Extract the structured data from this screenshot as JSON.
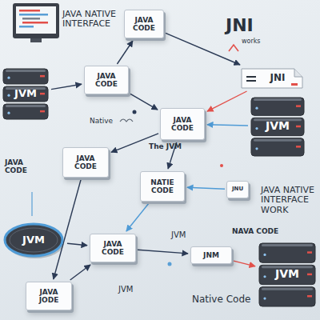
{
  "diagram": {
    "nodes": [
      {
        "text": [
          "JAVA CODE"
        ]
      },
      {
        "text": [
          "JVM"
        ]
      },
      {
        "text": [
          "JNI"
        ]
      },
      {
        "text": [
          "JAVA CODE"
        ]
      },
      {
        "text": [
          "JVM"
        ]
      },
      {
        "text": [
          "JAVA CODE"
        ]
      },
      {
        "text": [
          "JAVA CODE"
        ]
      },
      {
        "text": [
          "NATIE CODE"
        ]
      },
      {
        "text": [
          "JNU"
        ]
      },
      {
        "text": [
          "JVM"
        ]
      },
      {
        "text": [
          "JAVA CODE"
        ]
      },
      {
        "text": [
          "JNM"
        ]
      },
      {
        "text": [
          "JVM"
        ]
      },
      {
        "text": [
          "JAVA JODE"
        ]
      }
    ],
    "edges": [
      {
        "from": 3,
        "to": 0,
        "arrow": "to"
      },
      {
        "from": 0,
        "to": 2,
        "arrow": "to"
      },
      {
        "from": 1,
        "to": 3,
        "arrow": "to"
      },
      {
        "from": 3,
        "to": 5,
        "arrow": "to"
      },
      {
        "from": 2,
        "to": 5,
        "arrow": "to"
      },
      {
        "from": 4,
        "to": 5,
        "arrow": "to"
      },
      {
        "from": 5,
        "to": 6,
        "arrow": "to"
      },
      {
        "from": 5,
        "to": 7,
        "arrow": "to"
      },
      {
        "from": 8,
        "to": 7,
        "arrow": "to"
      },
      {
        "from": 6,
        "to": 13,
        "arrow": "to"
      },
      {
        "from": 7,
        "to": 10,
        "arrow": "to"
      },
      {
        "from": 9,
        "to": 10,
        "arrow": "to"
      },
      {
        "from": 10,
        "to": 11,
        "arrow": "to"
      },
      {
        "from": 11,
        "to": 12,
        "arrow": "to"
      },
      {
        "from": 13,
        "to": 10,
        "arrow": "to"
      }
    ],
    "labels": [
      "JAVA NATIVE INTERFACE",
      "JNI",
      "works",
      "Native",
      "The JVM",
      "JAVA CODE",
      "JAVA NATIVE INTERFACE WORK",
      "JVM",
      "NAVA CODE",
      "JVM",
      "Native Code"
    ]
  }
}
